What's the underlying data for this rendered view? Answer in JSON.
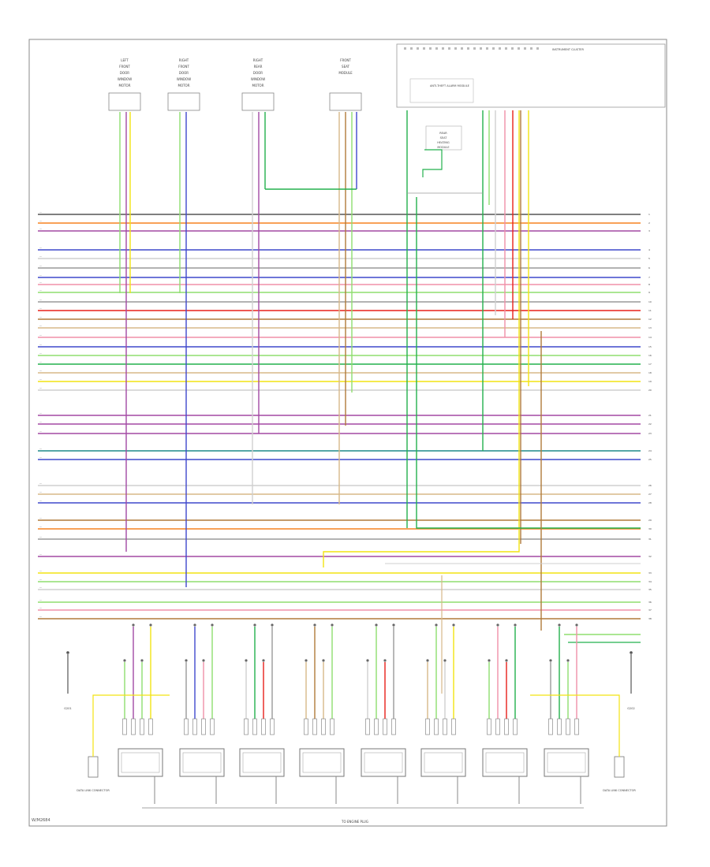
{
  "page": {
    "footer_code": "W/M2684",
    "footer_label": "TO ENGINE PLUG"
  },
  "modules": {
    "top": [
      "LEFT FRONT DOOR WINDOW MOTOR",
      "RIGHT FRONT DOOR WINDOW MOTOR",
      "RIGHT REAR DOOR WINDOW MOTOR",
      "FRONT SEAT MODULE"
    ],
    "top_right_box": "INSTRUMENT CLUSTER",
    "top_right_sub": "ANTI-THEFT ALARM MODULE",
    "center_right": "REAR SEAT HEATING MODULE",
    "bottom_left": "DATA LINK CONNECTOR",
    "bottom_right": "DATA LINK CONNECTOR",
    "ground_left": "G201",
    "ground_right": "G202"
  },
  "colors": {
    "red": "#e8201a",
    "orange": "#f58220",
    "yellow": "#f2e312",
    "green": "#23b14d",
    "lightgreen": "#8fde6f",
    "blue": "#3f48cc",
    "violet": "#a349a4",
    "pink": "#f090a8",
    "brown": "#b07a3a",
    "tan": "#d7b889",
    "gray": "#9a9a9a",
    "darkgray": "#555555",
    "black": "#222222",
    "teal": "#1f8a8a",
    "white": "#cfcfcf"
  }
}
